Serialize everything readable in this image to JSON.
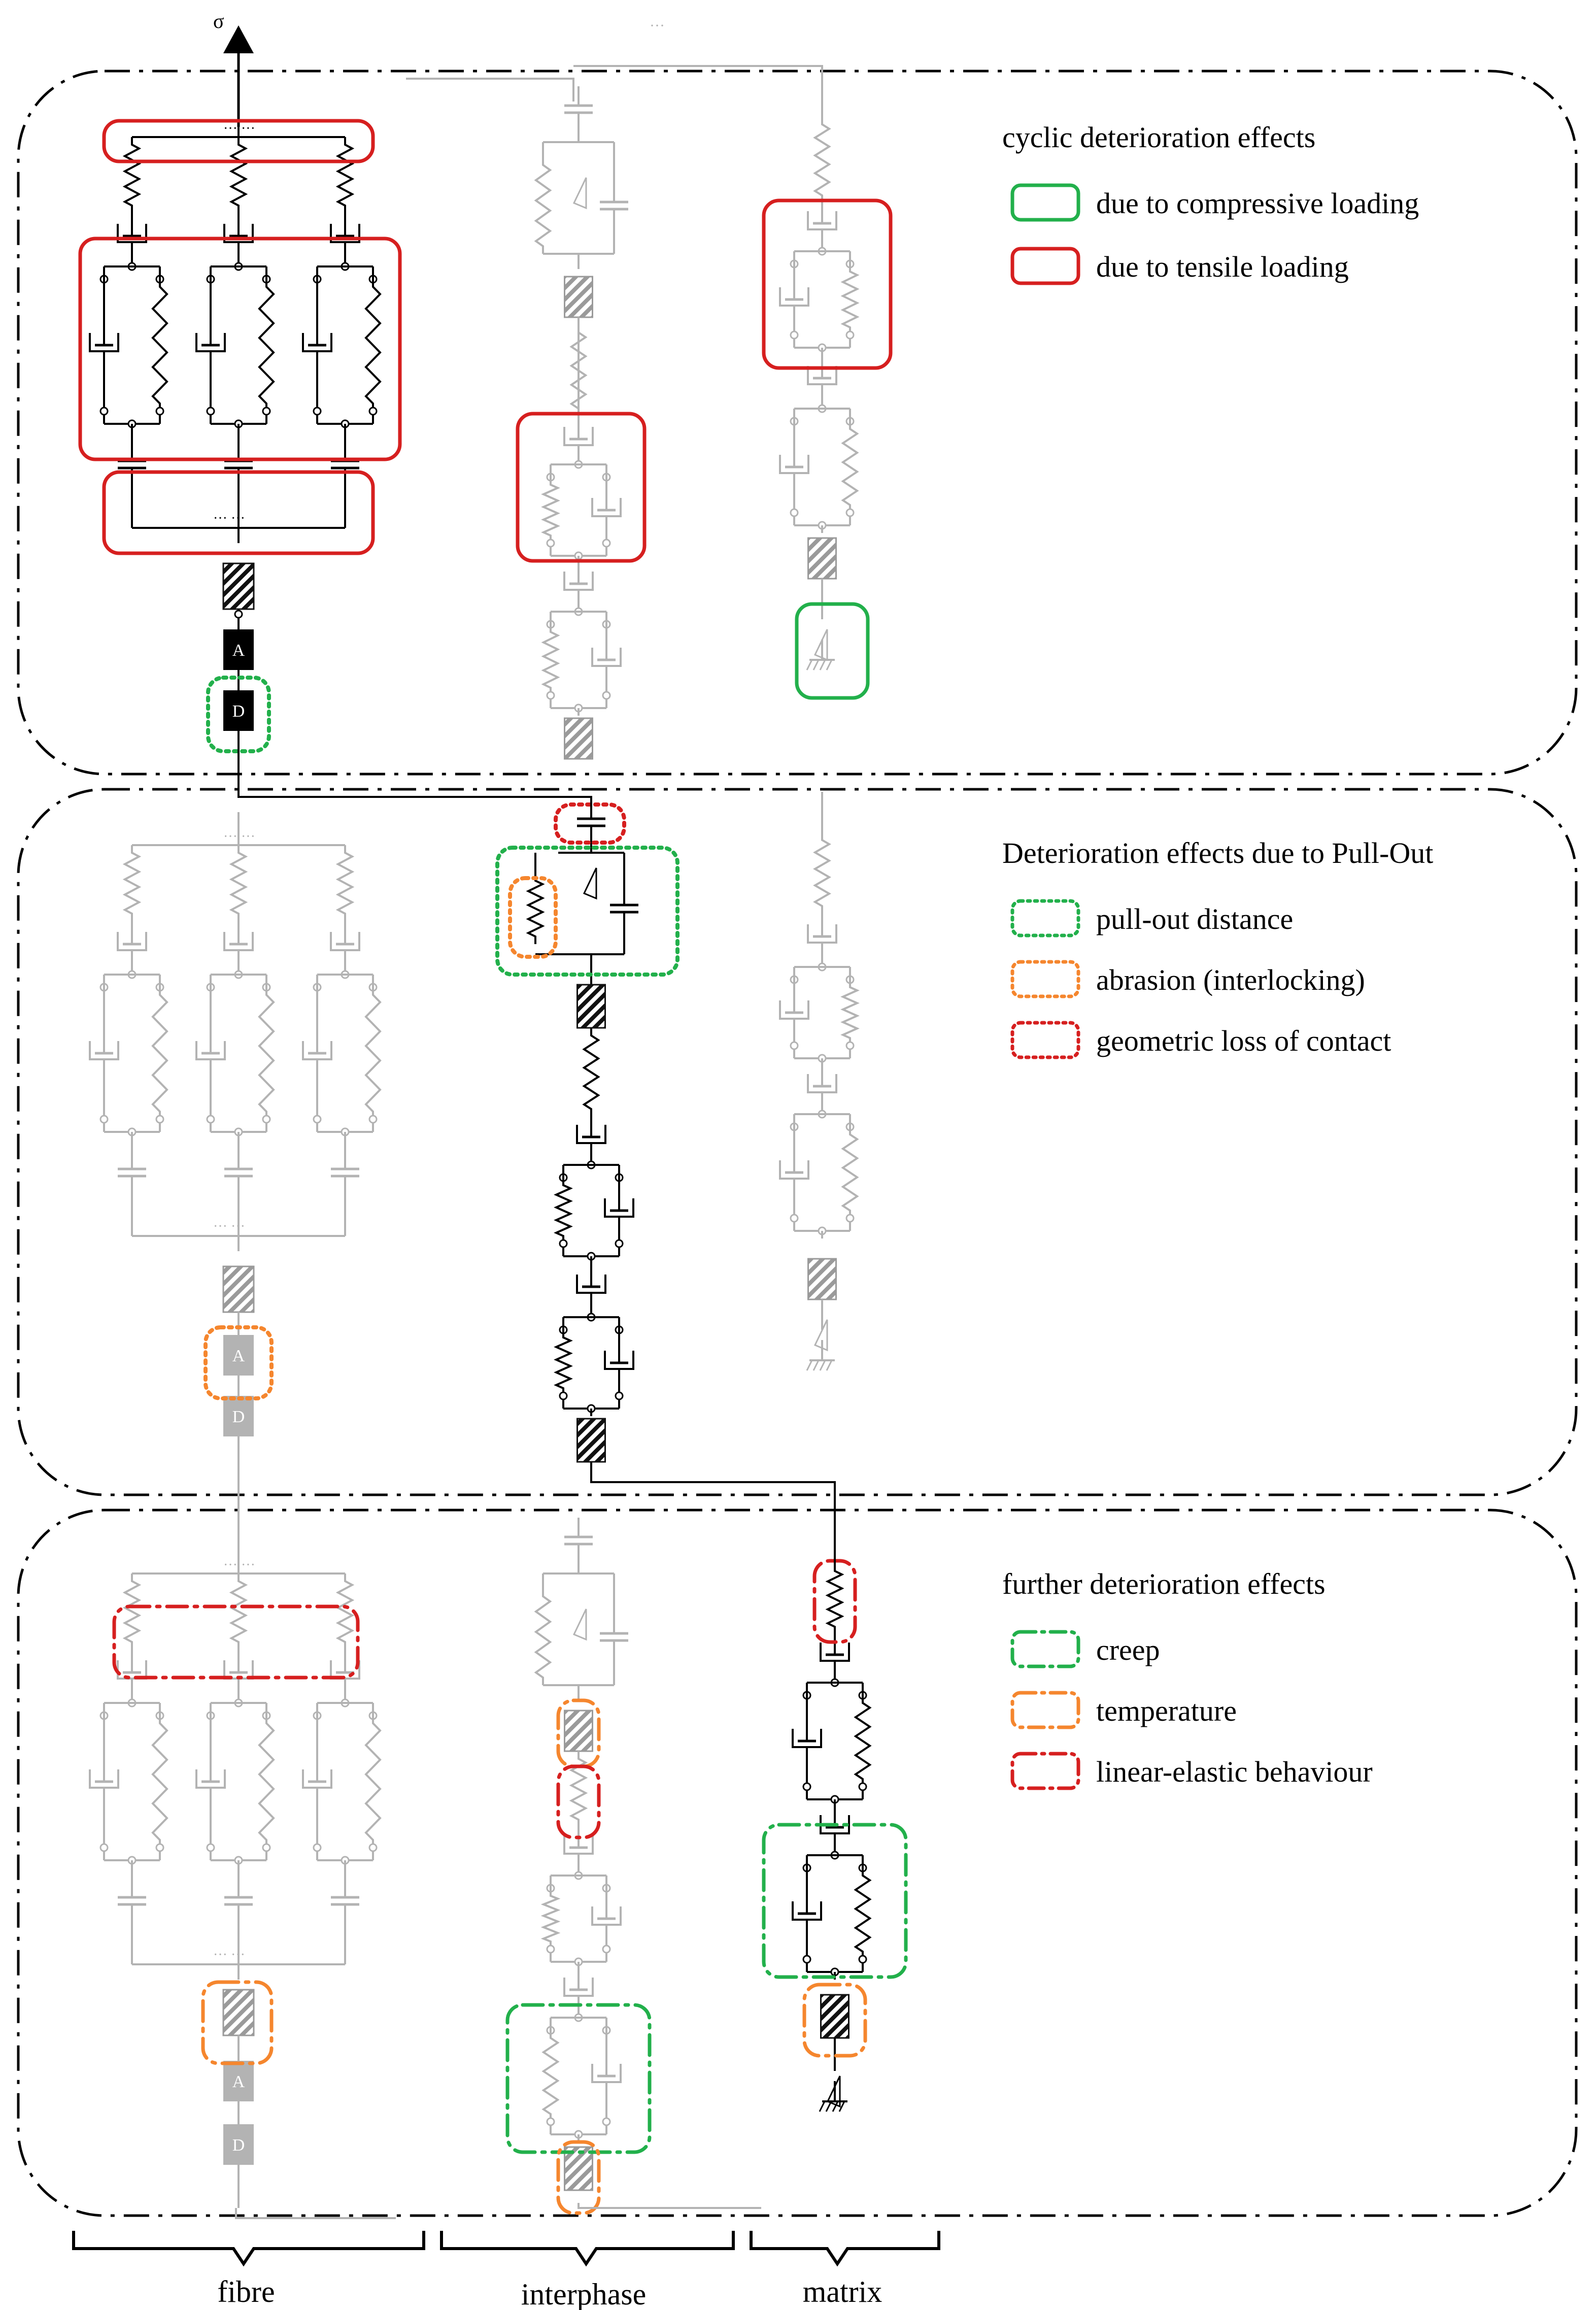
{
  "top_label": "σ",
  "colors": {
    "black": "#000000",
    "gray": "#b3b3b3",
    "red": "#d61f1f",
    "green": "#22b04b",
    "orange": "#f5862e",
    "hatch_black": "#111111",
    "hatch_gray": "#9a9a9a"
  },
  "panels": {
    "cyclic": {
      "title": "cyclic deterioration effects",
      "legend": [
        {
          "label": "due to compressive loading",
          "color": "green",
          "style": "solid"
        },
        {
          "label": "due to tensile loading",
          "color": "red",
          "style": "solid"
        }
      ]
    },
    "pullout": {
      "title": "Deterioration effects due to Pull-Out",
      "legend": [
        {
          "label": "pull-out distance",
          "color": "green",
          "style": "dotted"
        },
        {
          "label": "abrasion (interlocking)",
          "color": "orange",
          "style": "dotted"
        },
        {
          "label": "geometric loss of contact",
          "color": "red",
          "style": "dotted"
        }
      ]
    },
    "further": {
      "title": "further deterioration effects",
      "legend": [
        {
          "label": "creep",
          "color": "green",
          "style": "dashdot"
        },
        {
          "label": "temperature",
          "color": "orange",
          "style": "dashdot"
        },
        {
          "label": "linear-elastic behaviour",
          "color": "red",
          "style": "dashdot"
        }
      ]
    }
  },
  "element_labels": {
    "a": "A",
    "d": "D",
    "dots": "···"
  },
  "columns": [
    "fibre",
    "interphase",
    "matrix"
  ]
}
